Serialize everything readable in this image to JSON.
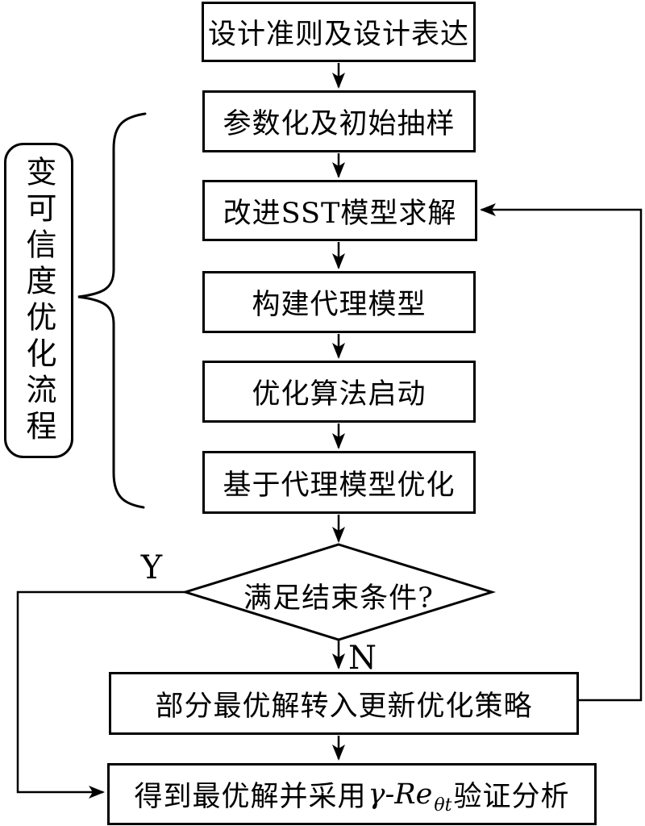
{
  "canvas": {
    "background": "#ffffff",
    "line_color": "#000000"
  },
  "side_label": "变可信度优化流程",
  "branch_labels": {
    "yes": "Y",
    "no": "N"
  },
  "nodes": {
    "design": "设计准则及设计表达",
    "sampling": "参数化及初始抽样",
    "sst": "改进SST模型求解",
    "surrogate": "构建代理模型",
    "optimizer": "优化算法启动",
    "surrogate_opt": "基于代理模型优化",
    "decision": "满足结束条件?",
    "update": "部分最优解转入更新优化策略",
    "final": {
      "prefix": "得到最优解并采用",
      "formula": "γ-Re",
      "formula_sub": "θt",
      "suffix": "验证分析"
    }
  }
}
